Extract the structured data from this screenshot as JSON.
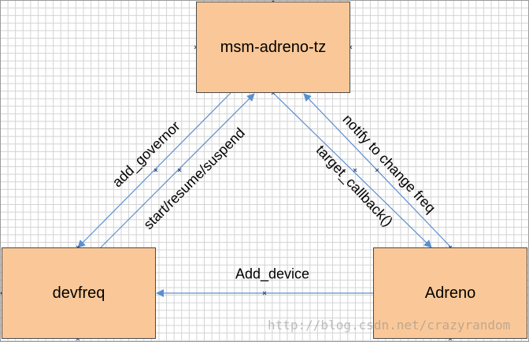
{
  "nodes": {
    "top": "msm-adreno-tz",
    "left": "devfreq",
    "right": "Adreno"
  },
  "edges": {
    "add_governor": "add_governor",
    "start_resume_suspend": "start/resume/suspend",
    "target_callback": "target_callback()",
    "notify_change_freq": "notify to change freq",
    "add_device": "Add_device"
  },
  "watermark": "http://blog.csdn.net/crazyrandom",
  "colors": {
    "box_fill": "#fac898",
    "box_border": "#4a4a4a",
    "edge": "#5b8fd0",
    "grid": "#d2d2d2"
  }
}
